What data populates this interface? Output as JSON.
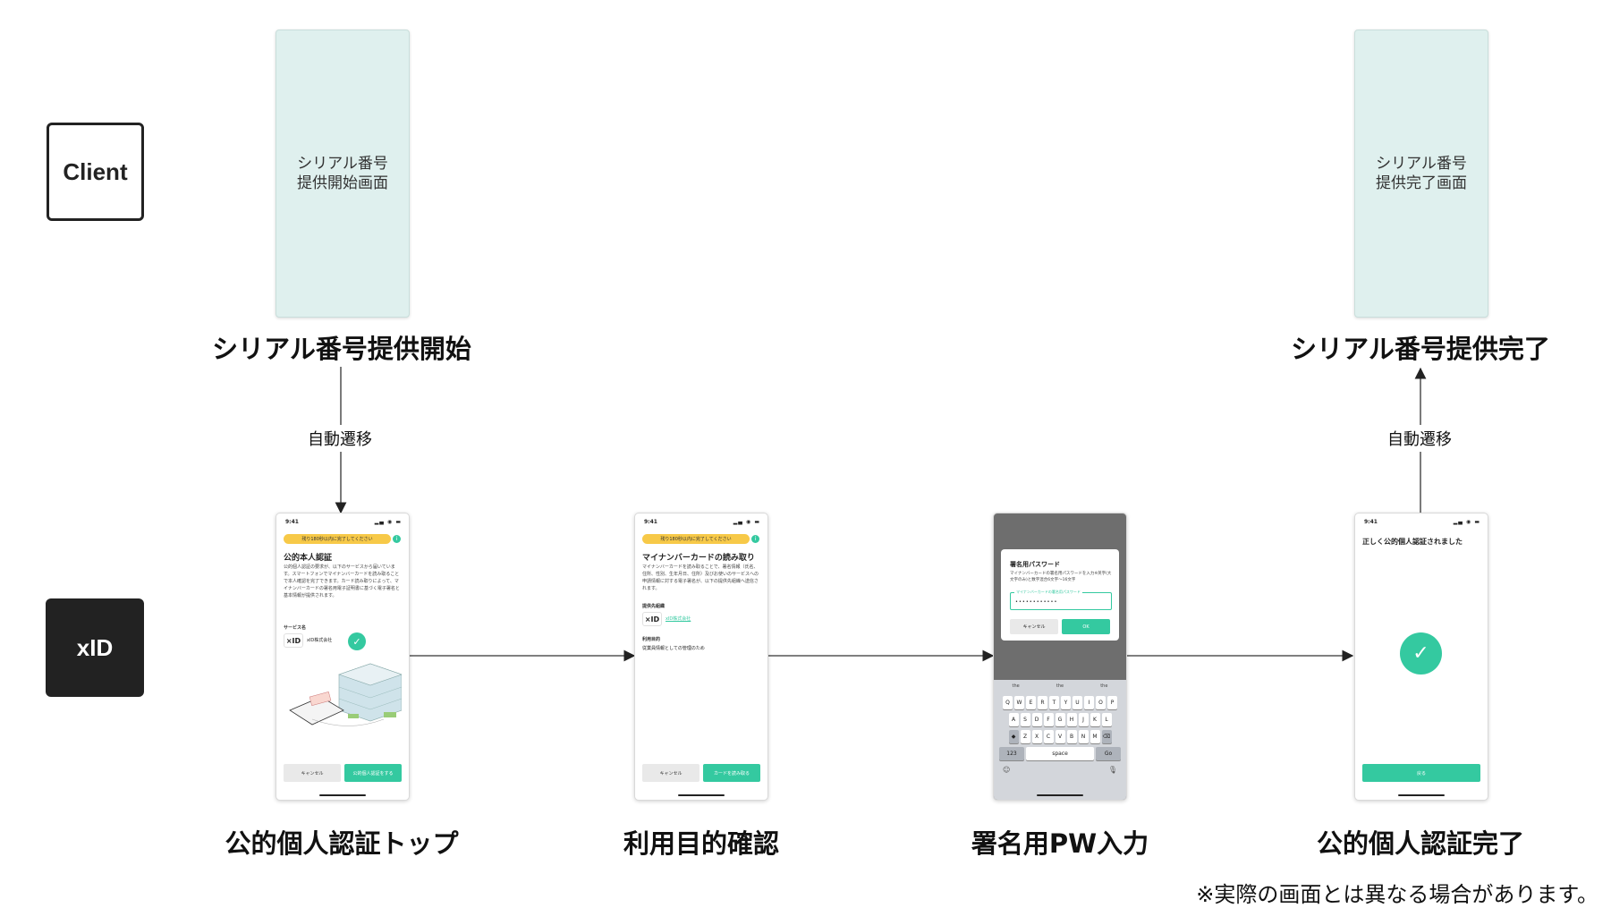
{
  "lanes": {
    "client": "Client",
    "xid": "xID"
  },
  "client_screens": {
    "start": {
      "line1": "シリアル番号",
      "line2": "提供開始画面"
    },
    "complete": {
      "line1": "シリアル番号",
      "line2": "提供完了画面"
    }
  },
  "captions": {
    "serial_start": "シリアル番号提供開始",
    "serial_complete": "シリアル番号提供完了",
    "auth_top": "公的個人認証トップ",
    "purpose_confirm": "利用目的確認",
    "pw_input": "署名用PW入力",
    "auth_complete": "公的個人認証完了"
  },
  "arrows": {
    "auto_transition_1": "自動遷移",
    "auto_transition_2": "自動遷移"
  },
  "note": "※実際の画面とは異なる場合があります。",
  "phones": {
    "time": "9:41",
    "sys_icons": "▂▄ ◉ ▬",
    "auth_top": {
      "banner": "残り180秒以内に完了してください",
      "info": "i",
      "title": "公的本人認証",
      "body": "公的個人認証の要求が、以下のサービスから届いています。スマートフォンでマイナンバーカードを読み取ることで本人確認を完了できます。カード読み取りによって、マイナンバーカードの署名用電子証明書に基づく電子署名と基本情報が提供されます。",
      "service_label": "サービス名",
      "logo": "×ID",
      "company": "xID株式会社",
      "cancel": "キャンセル",
      "confirm": "公的個人認証をする"
    },
    "purpose": {
      "banner": "残り180秒以内に完了してください",
      "info": "i",
      "title": "マイナンバーカードの読み取り",
      "body": "マイナンバーカードを読み取ることで、署名情報（氏名、住所、性別、生年月日、住所）及びお使いのサービスへの申請情報に対する電子署名が、以下の提供先組織へ送信されます。",
      "provider_label": "提供先組織",
      "logo": "×ID",
      "company": "xID株式会社",
      "purpose_label": "利用目的",
      "purpose_value": "従業員情報としての管理のため",
      "cancel": "キャンセル",
      "confirm": "カードを読み取る"
    },
    "pw": {
      "dialog_title": "署名用パスワード",
      "dialog_body": "マイナンバーカードの署名用パスワードを入力※英字(大文字のみ)と数字混合6文字〜16文字",
      "input_label": "マイナンバーカードの署名用パスワード",
      "input_value": "••••••••••••",
      "cancel": "キャンセル",
      "ok": "OK",
      "suggestions": [
        "the",
        "the",
        "the"
      ],
      "row1": [
        "Q",
        "W",
        "E",
        "R",
        "T",
        "Y",
        "U",
        "I",
        "O",
        "P"
      ],
      "row2": [
        "A",
        "S",
        "D",
        "F",
        "G",
        "H",
        "J",
        "K",
        "L"
      ],
      "row3": [
        "Z",
        "X",
        "C",
        "V",
        "B",
        "N",
        "M"
      ],
      "shift": "◆",
      "backspace": "⌫",
      "numbers": "123",
      "space": "space",
      "go": "Go",
      "emoji": "☺",
      "mic": "🎙"
    },
    "auth_complete": {
      "title": "正しく公的個人認証されました",
      "button": "戻る"
    }
  }
}
